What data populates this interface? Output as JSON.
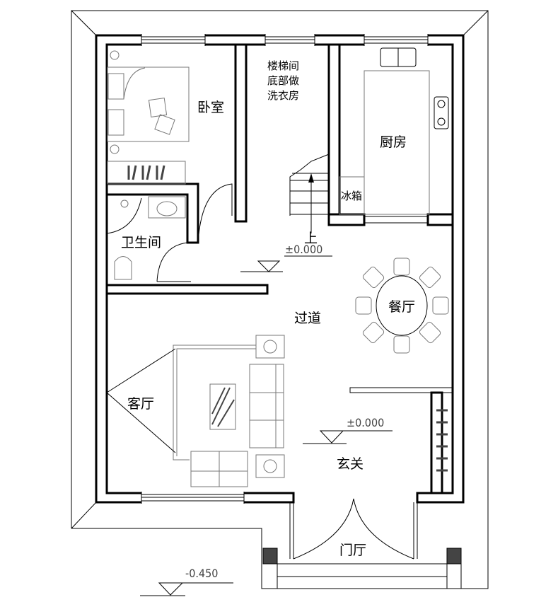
{
  "rooms": {
    "bedroom": "卧室",
    "stair_line1": "楼梯间",
    "stair_line2": "底部做",
    "stair_line3": "洗衣房",
    "kitchen": "厨房",
    "fridge": "冰箱",
    "bathroom": "卫生间",
    "up": "上",
    "corridor": "过道",
    "dining": "餐厅",
    "living": "客厅",
    "foyer": "玄关",
    "porch": "门厅"
  },
  "levels": {
    "corridor_level": "±0.000",
    "foyer_level": "±0.000",
    "outside_level": "-0.450"
  }
}
